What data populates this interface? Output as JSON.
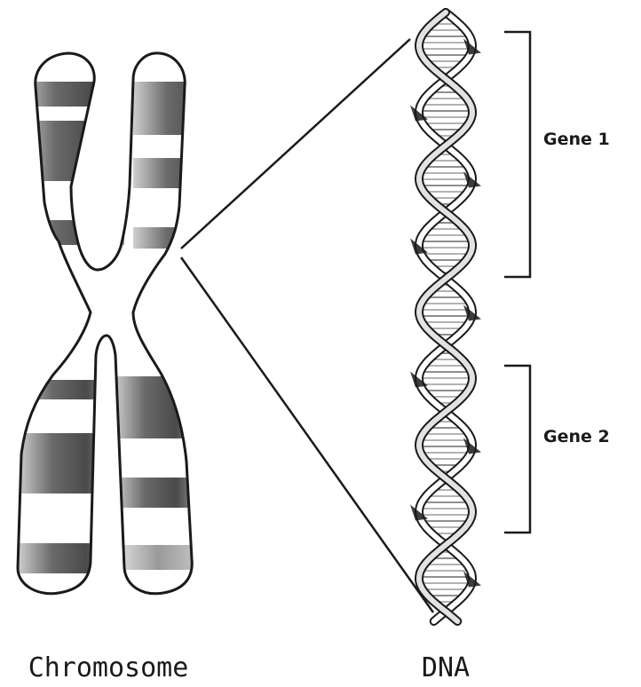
{
  "labels": {
    "chromosome": "Chromosome",
    "dna": "DNA",
    "gene1": "Gene 1",
    "gene2": "Gene 2"
  },
  "colors": {
    "ink": "#1a1a1a",
    "band_dark": "#5a5a5a",
    "band_light": "#d8d8d8",
    "background": "#ffffff"
  }
}
